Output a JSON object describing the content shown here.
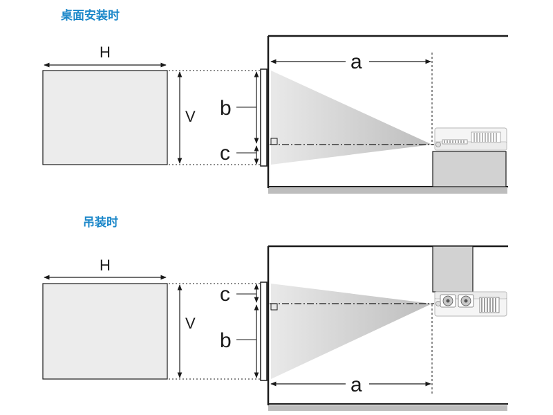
{
  "sections": [
    {
      "title": "桌面安装时",
      "labels": {
        "h": "H",
        "v": "V",
        "a": "a",
        "b": "b",
        "c": "c"
      }
    },
    {
      "title": "吊装时",
      "labels": {
        "h": "H",
        "v": "V",
        "a": "a",
        "b": "b",
        "c": "c"
      }
    }
  ],
  "colors": {
    "title": "#1b87c9",
    "screen_fill": "#ececec",
    "beam_fill": "#d9d9d9",
    "stand_fill": "#d2d2d2",
    "floor_bar": "#bdbdbd",
    "line": "#1a1a1a"
  },
  "icons": [
    "projector-icon",
    "stand-box-icon",
    "ceiling-mount-icon"
  ]
}
